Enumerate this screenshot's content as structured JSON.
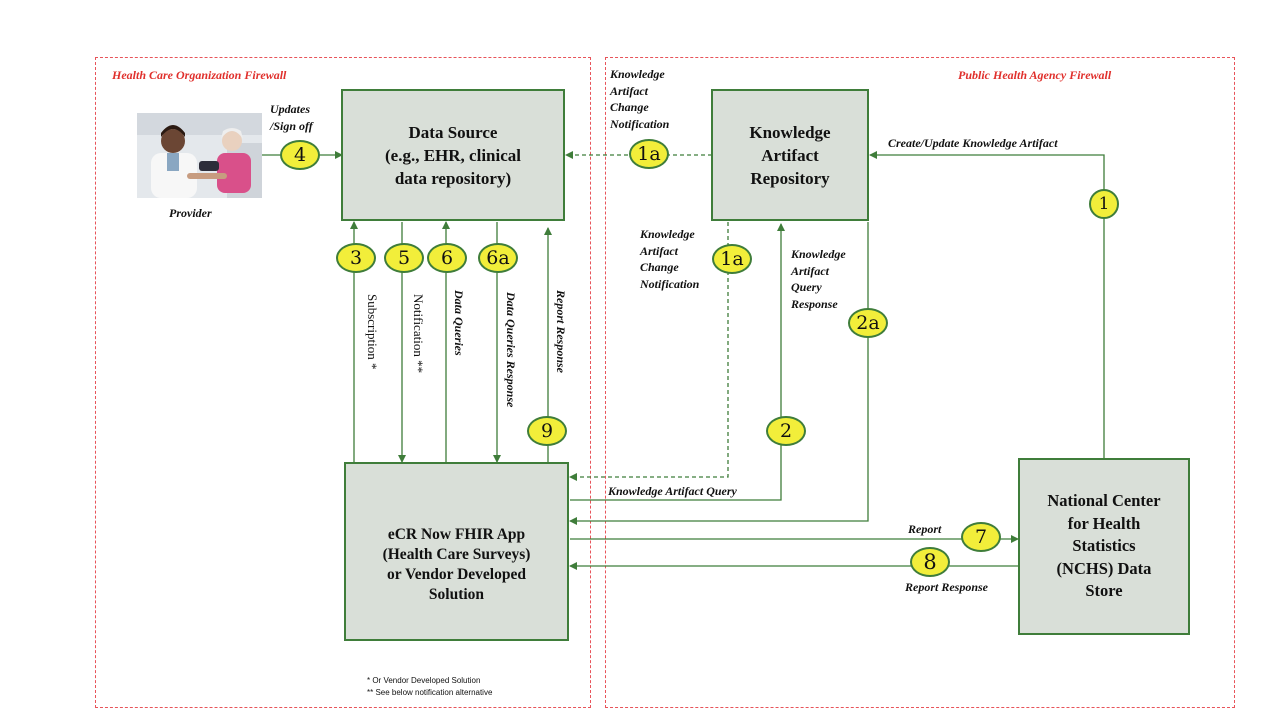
{
  "firewalls": {
    "hco": "Health Care Organization Firewall",
    "pha": "Public Health Agency Firewall"
  },
  "boxes": {
    "data_source": [
      "Data Source",
      "(e.g., EHR, clinical",
      "data repository)"
    ],
    "kar": [
      "Knowledge",
      "Artifact",
      "Repository"
    ],
    "ecr": [
      "eCR Now FHIR App",
      "(Health Care Surveys)",
      "or Vendor Developed",
      "Solution"
    ],
    "nchs": [
      "National Center",
      "for Health",
      "Statistics",
      "(NCHS) Data",
      "Store"
    ]
  },
  "provider_label": "Provider",
  "labels": {
    "updates": [
      "Updates",
      "/Sign off"
    ],
    "kacn_top": [
      "Knowledge",
      "Artifact",
      "Change",
      "Notification"
    ],
    "kacn_mid": [
      "Knowledge",
      "Artifact",
      "Change",
      "Notification"
    ],
    "create_update": "Create/Update Knowledge Artifact",
    "kaqr": [
      "Knowledge",
      "Artifact",
      "Query",
      "Response"
    ],
    "kaq": "Knowledge Artifact Query",
    "report": "Report",
    "report_response": "Report Response"
  },
  "vertical_labels": {
    "subscription": "Subscription *",
    "notification": "Notification **",
    "data_queries": "Data Queries",
    "data_queries_response": "Data Queries Response",
    "report_response": "Report Response"
  },
  "badges": {
    "b4": "4",
    "b1a_top": "1a",
    "b1": "1",
    "b3": "3",
    "b5": "5",
    "b6": "6",
    "b6a": "6a",
    "b1a_mid": "1a",
    "b2a": "2a",
    "b9": "9",
    "b2": "2",
    "b7": "7",
    "b8": "8"
  },
  "footnotes": [
    "*   Or Vendor Developed Solution",
    "** See below notification alternative"
  ],
  "colors": {
    "box_fill": "#d9dfd8",
    "box_border": "#3f7d3a",
    "firewall": "#e8545a",
    "badge": "#f2ee3a"
  }
}
